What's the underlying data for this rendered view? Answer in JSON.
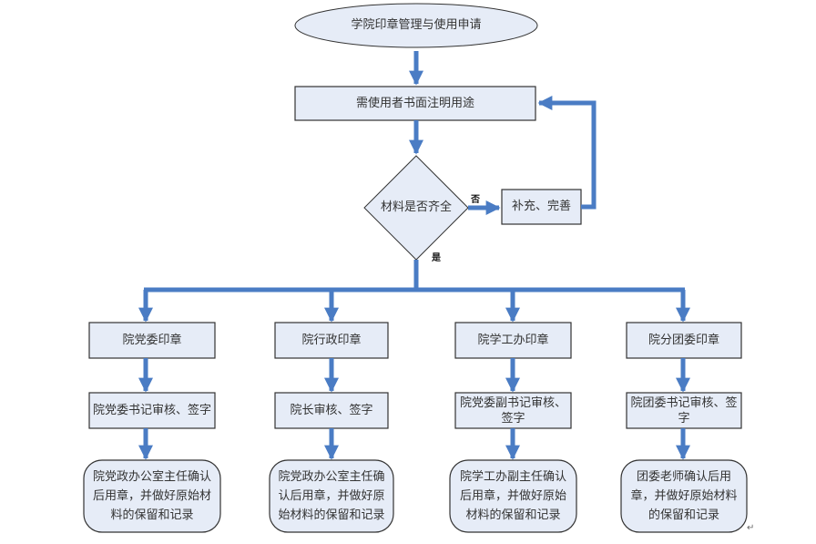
{
  "colors": {
    "connector": "#4a7cc4",
    "node_fill": "#e6ecf7",
    "node_stroke": "#333333",
    "text": "#333333"
  },
  "start": {
    "label": "学院印章管理与使用申请"
  },
  "step_written_purpose": {
    "label": "需使用者书面注明用途"
  },
  "decision": {
    "label": "材料是否齐全",
    "no_label": "否",
    "yes_label": "是"
  },
  "supplement": {
    "label": "补充、完善"
  },
  "branches": [
    {
      "seal": "院党委印章",
      "review": "院党委书记审核、签字",
      "final": "院党政办公室主任确认后用章，并做好原始材料的保留和记录"
    },
    {
      "seal": "院行政印章",
      "review": "院长审核、签字",
      "final": "院党政办公室主任确认后用章，并做好原始材料的保留和记录"
    },
    {
      "seal": "院学工办印章",
      "review": "院党委副书记审核、签字",
      "final": "院学工办副主任确认后用章，并做好原始材料的保留和记录"
    },
    {
      "seal": "院分团委印章",
      "review": "院团委书记审核、签字",
      "final": "团委老师确认后用章，并做好原始材料的保留和记录"
    }
  ],
  "paragraph_mark": "↵"
}
